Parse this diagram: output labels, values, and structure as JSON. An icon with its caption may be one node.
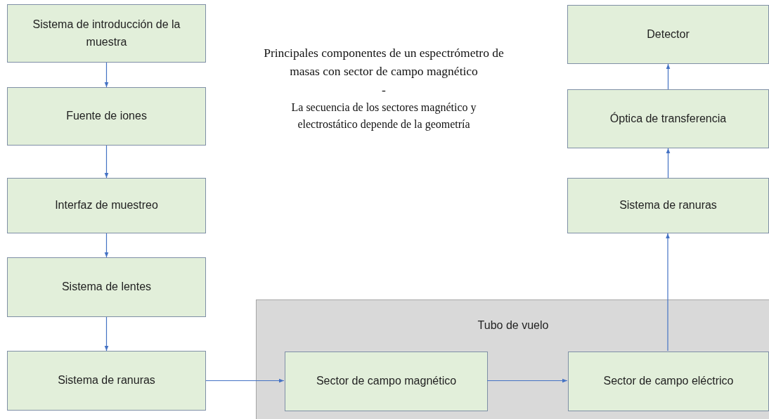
{
  "diagram": {
    "title": "Principales componentes de un espectrómetro de masas con sector de campo magnético",
    "nodes": [
      {
        "text": [
          "Sistema de introducción de la muestra"
        ]
      },
      {
        "text": [
          "Fuente de iones"
        ]
      },
      {
        "text": [
          "Interfaz de muestreo"
        ]
      },
      {
        "text": [
          "Sistema de lentes"
        ]
      },
      {
        "text": [
          "Sistema de ranuras"
        ]
      },
      {
        "text": [
          "Tubo de vuelo"
        ]
      },
      {
        "text": [
          "Sector de campo magnético"
        ],
        "in": 5
      },
      {
        "text": [
          "Sector de campo eléctrico"
        ],
        "in": 5
      },
      {
        "text": [
          "Sistema de ranuras"
        ]
      },
      {
        "text": [
          "Óptica de transferencia"
        ]
      },
      {
        "text": [
          "Detector"
        ]
      }
    ],
    "edges": [
      {
        "from": 0,
        "to": 1,
        "arrow": "to"
      },
      {
        "from": 1,
        "to": 2,
        "arrow": "to"
      },
      {
        "from": 2,
        "to": 3,
        "arrow": "to"
      },
      {
        "from": 3,
        "to": 4,
        "arrow": "to"
      },
      {
        "from": 4,
        "to": 6,
        "arrow": "to"
      },
      {
        "from": 6,
        "to": 7,
        "arrow": "to"
      },
      {
        "from": 7,
        "to": 8,
        "arrow": "to"
      },
      {
        "from": 8,
        "to": 9,
        "arrow": "to"
      },
      {
        "from": 9,
        "to": 10,
        "arrow": "to"
      }
    ],
    "labels": [
      "-",
      "La secuencia de los sectores magnético y electrostático depende de la geometría"
    ]
  }
}
